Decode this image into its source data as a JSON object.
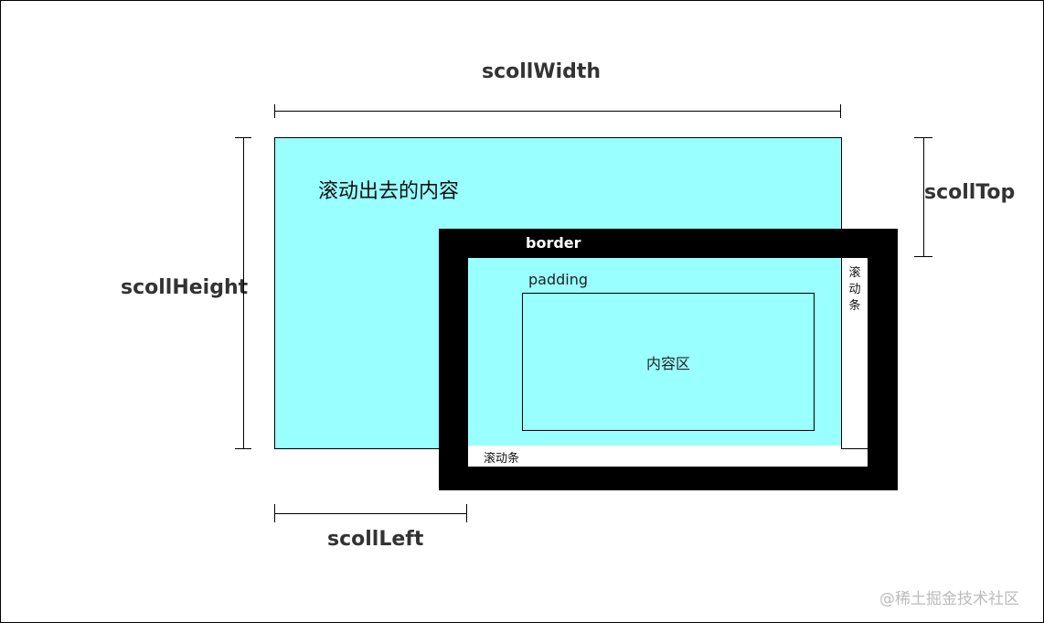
{
  "labels": {
    "scroll_width": "scollWidth",
    "scroll_height": "scollHeight",
    "scroll_top": "scollTop",
    "scroll_left": "scollLeft",
    "scrolled_out_content": "滚动出去的内容",
    "border": "border",
    "padding": "padding",
    "content_area": "内容区",
    "scrollbar_vertical": "滚动条",
    "scrollbar_horizontal": "滚动条",
    "watermark": "@稀土掘金技术社区"
  },
  "colors": {
    "content_fill": "#99ffff",
    "border_fill": "#000000",
    "scrollbar_fill": "#ffffff"
  }
}
